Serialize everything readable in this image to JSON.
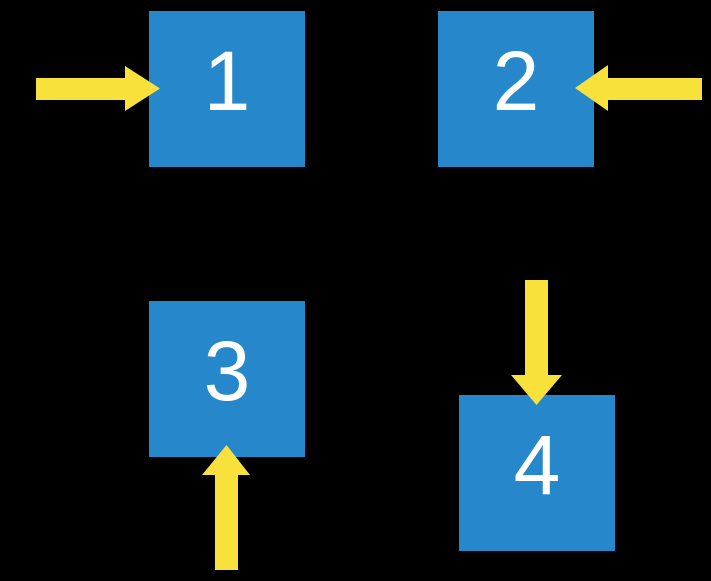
{
  "diagram": {
    "background": "process step squares with directional entry arrows",
    "squares": [
      {
        "label": "1",
        "arrow_direction": "right",
        "arrow_enters_from": "left side"
      },
      {
        "label": "2",
        "arrow_direction": "left",
        "arrow_enters_from": "right side"
      },
      {
        "label": "3",
        "arrow_direction": "up",
        "arrow_enters_from": "bottom side"
      },
      {
        "label": "4",
        "arrow_direction": "down",
        "arrow_enters_from": "top side"
      }
    ]
  },
  "colors": {
    "background": "#000000",
    "square": "#2787CB",
    "arrow": "#F8E13A",
    "label": "#FFFFFF"
  }
}
